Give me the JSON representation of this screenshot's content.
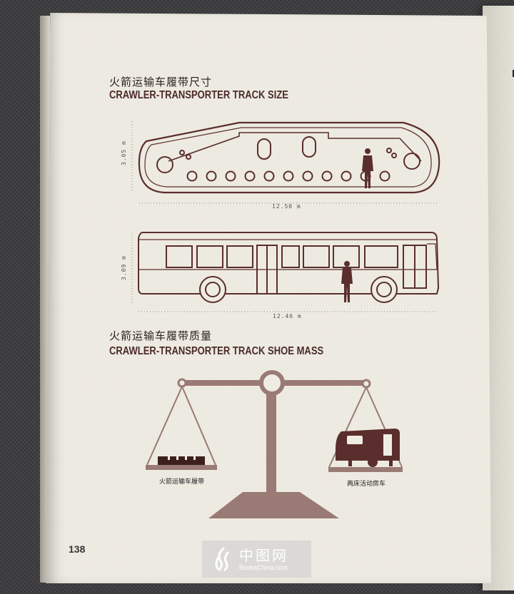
{
  "book_page": {
    "section_size": {
      "title_cn": "火箭运输车履带尺寸",
      "title_en": "CRAWLER-TRANSPORTER TRACK SIZE"
    },
    "track_height": "3.05 m",
    "track_length": "12.50 m",
    "bus_height": "3.09 m",
    "bus_length": "12.46 m",
    "section_mass": {
      "title_cn": "火箭运输车履带质量",
      "title_en": "CRAWLER-TRANSPORTER TRACK SHOE MASS"
    },
    "left_pan_label": "火箭运输车履带",
    "right_pan_label": "两床活动房车",
    "page_number": "138"
  },
  "watermark": {
    "name_cn": "中图网",
    "domain": "BooksChina.com"
  },
  "colors": {
    "line": "#5a2e2c",
    "scale_fill": "#9a7a74",
    "page": "#efece3",
    "fabric": "#3b3b3d"
  }
}
